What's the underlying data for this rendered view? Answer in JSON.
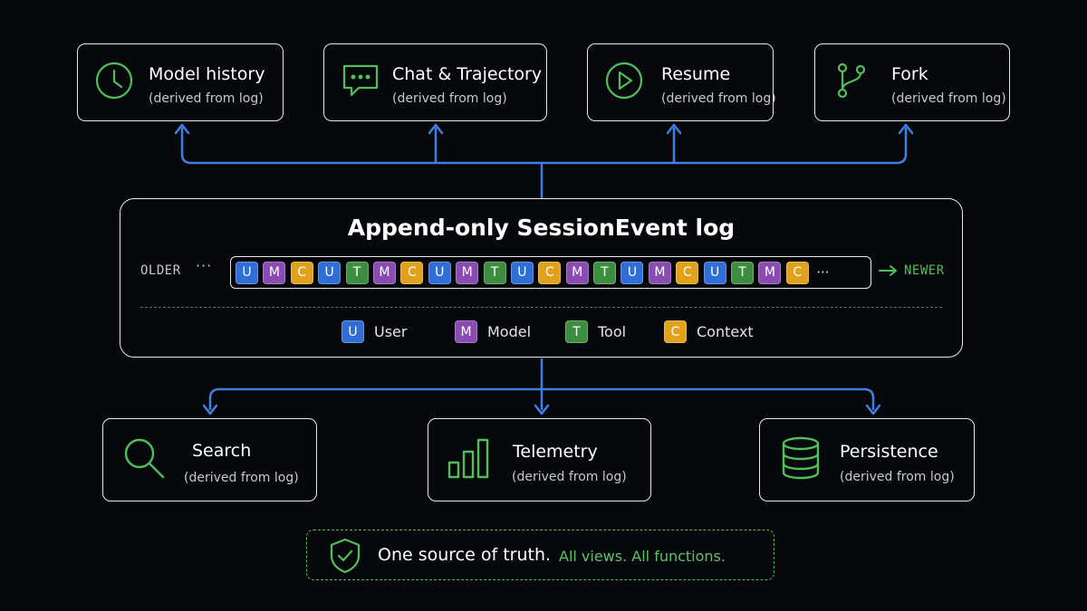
{
  "colors": {
    "background": "#07080b",
    "connector": "#3f7fe4",
    "icon_green": "#4fbf5b",
    "user": "#2f6ed6",
    "model": "#8a4bb3",
    "tool": "#3c8d40",
    "context": "#e0a21c"
  },
  "top_views": [
    {
      "title": "Model history",
      "subtitle": "(derived from log)",
      "icon": "clock-icon"
    },
    {
      "title": "Chat & Trajectory",
      "subtitle": "(derived from log)",
      "icon": "chat-bubble-icon"
    },
    {
      "title": "Resume",
      "subtitle": "(derived from log)",
      "icon": "play-icon"
    },
    {
      "title": "Fork",
      "subtitle": "(derived from log)",
      "icon": "branch-icon"
    }
  ],
  "log": {
    "title": "Append-only SessionEvent log",
    "older_label": "OLDER",
    "older_dots": "···",
    "newer_label": "NEWER",
    "trailing_dots": "···",
    "events": [
      "U",
      "M",
      "C",
      "U",
      "T",
      "M",
      "C",
      "U",
      "M",
      "T",
      "U",
      "C",
      "M",
      "T",
      "U",
      "M",
      "C",
      "U",
      "T",
      "M",
      "C"
    ]
  },
  "legend": [
    {
      "letter": "U",
      "label": "User",
      "kind": "user"
    },
    {
      "letter": "M",
      "label": "Model",
      "kind": "model"
    },
    {
      "letter": "T",
      "label": "Tool",
      "kind": "tool"
    },
    {
      "letter": "C",
      "label": "Context",
      "kind": "context"
    }
  ],
  "bottom_views": [
    {
      "title": "Search",
      "subtitle": "(derived from log)",
      "icon": "search-icon"
    },
    {
      "title": "Telemetry",
      "subtitle": "(derived from log)",
      "icon": "bar-chart-icon"
    },
    {
      "title": "Persistence",
      "subtitle": "(derived from log)",
      "icon": "database-icon"
    }
  ],
  "footer": {
    "text_main": "One source of truth.",
    "text_accent": "All views. All functions.",
    "icon": "shield-check-icon"
  }
}
